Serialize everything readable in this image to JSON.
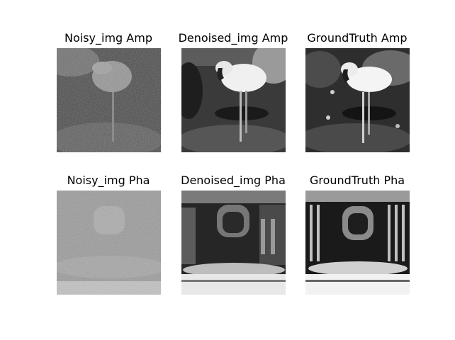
{
  "figure": {
    "panels": [
      {
        "title": "Noisy_img Amp"
      },
      {
        "title": "Denoised_img Amp"
      },
      {
        "title": "GroundTruth Amp"
      },
      {
        "title": "Noisy_img Pha"
      },
      {
        "title": "Denoised_img Pha"
      },
      {
        "title": "GroundTruth Pha"
      }
    ]
  }
}
